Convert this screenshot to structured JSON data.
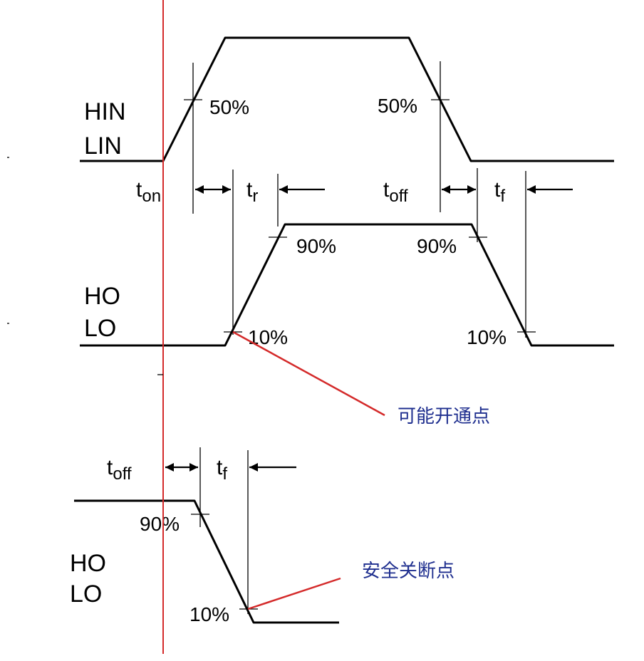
{
  "colors": {
    "wave": "#000000",
    "annotation": "#d42a2a",
    "note_text": "#1f2f8f",
    "background": "#ffffff"
  },
  "top": {
    "signal_lines": [
      "HIN",
      "LIN"
    ],
    "rise_pct": "50%",
    "fall_pct": "50%"
  },
  "middle": {
    "signal_lines": [
      "HO",
      "LO"
    ],
    "high_rise_pct": "90%",
    "high_fall_pct": "90%",
    "low_rise_pct": "10%",
    "low_fall_pct": "10%",
    "note": "可能开通点"
  },
  "bottom": {
    "signal_lines": [
      "HO",
      "LO"
    ],
    "high_pct": "90%",
    "low_pct": "10%",
    "note": "安全关断点"
  },
  "timing": {
    "t_main": "t",
    "on_sub": "on",
    "r_sub": "r",
    "off_sub": "off",
    "f_sub": "f"
  }
}
